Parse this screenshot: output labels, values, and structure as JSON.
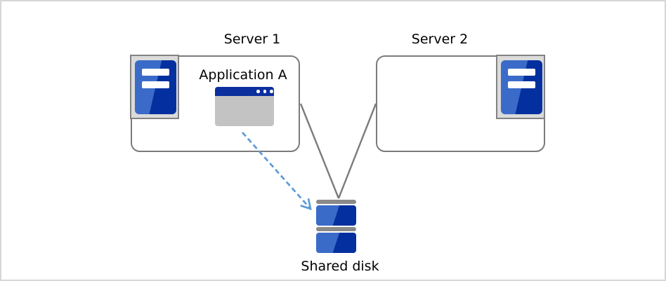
{
  "diagram": {
    "nodes": {
      "server1": {
        "label": "Server 1",
        "icon": "server-tower-icon",
        "application": {
          "label": "Application A",
          "icon": "app-window-icon",
          "window_dots": 3
        }
      },
      "server2": {
        "label": "Server 2",
        "icon": "server-tower-icon"
      },
      "shared_disk": {
        "label": "Shared disk",
        "icon": "disk-stack-icon",
        "segments": 2
      }
    },
    "connections": [
      {
        "from": "server1",
        "to": "shared_disk",
        "style": "solid",
        "color": "#7b7b7b"
      },
      {
        "from": "server2",
        "to": "shared_disk",
        "style": "solid",
        "color": "#7b7b7b"
      },
      {
        "from": "application_a",
        "to": "shared_disk",
        "style": "dashed-arrow",
        "color": "#5b9bd5"
      }
    ],
    "colors": {
      "line_gray": "#7b7b7b",
      "icon_frame_bg": "#dbdbdb",
      "icon_frame_border": "#828282",
      "blue_light": "#3a6bc8",
      "blue_dark": "#04309f",
      "titlebar_blue": "#0b2f9e",
      "window_body_gray": "#c3c3c3",
      "disk_bar_gray": "#8a8a8a",
      "arrow_blue": "#5b9bd5",
      "canvas_border": "#d6d6d6",
      "text": "#000000"
    }
  }
}
